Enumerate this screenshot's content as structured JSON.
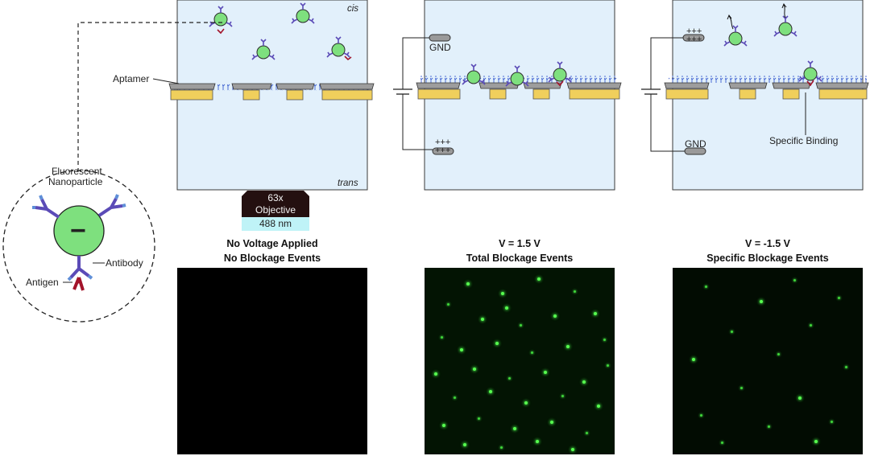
{
  "labels": {
    "cis": "cis",
    "trans": "trans",
    "aptamer": "Aptamer",
    "gnd_a": "GND",
    "gnd_b": "GND",
    "plus_a": "+++\n+++",
    "plus_b": "+++\n+++",
    "specific_binding": "Specific Binding",
    "fluorescent": "Fluorescent",
    "nanoparticle": "Nanoparticle",
    "minus": "−",
    "antibody": "Antibody",
    "antigen": "Antigen",
    "objective_mag": "63x",
    "objective_word": "Objective",
    "wavelength": "488 nm"
  },
  "panels": [
    {
      "voltage": "No Voltage Applied",
      "events": "No Blockage Events"
    },
    {
      "voltage": "V = 1.5 V",
      "events": "Total Blockage Events"
    },
    {
      "voltage": "V = -1.5 V",
      "events": "Specific Blockage Events"
    }
  ],
  "colors": {
    "chamber": "#e2f0fb",
    "gold": "#f0cf5c",
    "membrane": "#9d9d9d",
    "nanoparticle": "#7ee07e",
    "antibody": "#5b4bb7",
    "antigen": "#a3142a",
    "fluorescence": "#57ff4f"
  },
  "icons": [
    "battery-icon",
    "electrode-icon",
    "nanoparticle-icon",
    "antibody-icon",
    "antigen-icon",
    "aptamer-icon"
  ]
}
